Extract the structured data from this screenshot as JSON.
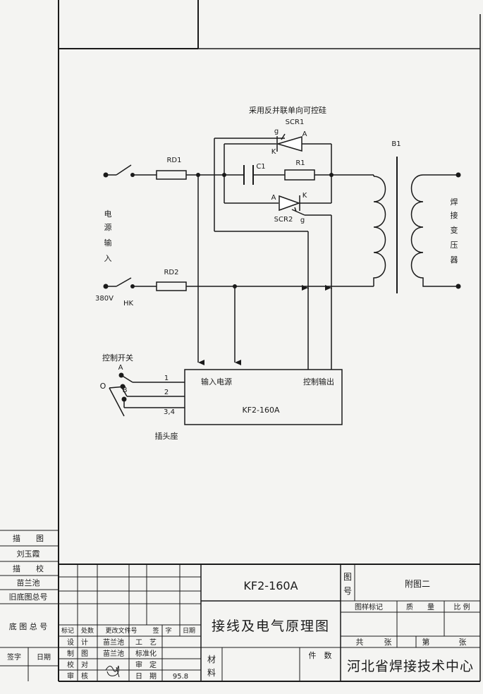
{
  "circuit": {
    "note": "采用反并联单向可控硅",
    "scr1": "SCR1",
    "scr2": "SCR2",
    "rd1": "RD1",
    "rd2": "RD2",
    "c1": "C1",
    "r1": "R1",
    "b1": "B1",
    "g_top": "g",
    "k_top": "K",
    "a_top": "A",
    "a_bot": "A",
    "k_bot": "K",
    "g_bot": "g",
    "power_input": [
      "电",
      "源",
      "输",
      "入"
    ],
    "voltage": "380V",
    "hk": "HK",
    "transformer": [
      "焊",
      "接",
      "变",
      "压",
      "器"
    ],
    "switch_title": "控制开关",
    "sw_a": "A",
    "sw_o": "O",
    "sw_b": "B",
    "pin1": "1",
    "pin2": "2",
    "pin34": "3,4",
    "socket": "插头座",
    "box_in": "输入电源",
    "box_out": "控制输出",
    "box_model": "KF2-160A"
  },
  "sidebar": {
    "r1": "描　　图",
    "r2": "刘玉霞",
    "r3": "描　　校",
    "r4": "苗兰池",
    "r5": "旧底图总号",
    "r6": "底 图 总 号",
    "sign": "签字",
    "date": "日期"
  },
  "titleblock": {
    "model": "KF2-160A",
    "title": "接线及电气原理图",
    "tuhao_1": "图",
    "tuhao_2": "号",
    "fig": "附图二",
    "h_tuyang": "图样标记",
    "h_zhiliang": "质　　量",
    "h_bili": "比 例",
    "gong": "共",
    "zhang1": "张",
    "di": "第",
    "zhang2": "张",
    "cailiao_1": "材",
    "cailiao_2": "料",
    "jianshu": "件　数",
    "org": "河北省焊接技术中心",
    "hdr": [
      "标记",
      "处数",
      "更改文件号",
      "签　字",
      "日期"
    ],
    "r_sheji": [
      "设　计",
      "苗兰池",
      "工　艺"
    ],
    "r_zhitu": [
      "制　图",
      "苗兰池",
      "标准化"
    ],
    "r_jiaodui": [
      "校　对",
      "审　定"
    ],
    "r_shenhe": [
      "审　核",
      "日　期",
      "95.8"
    ]
  }
}
